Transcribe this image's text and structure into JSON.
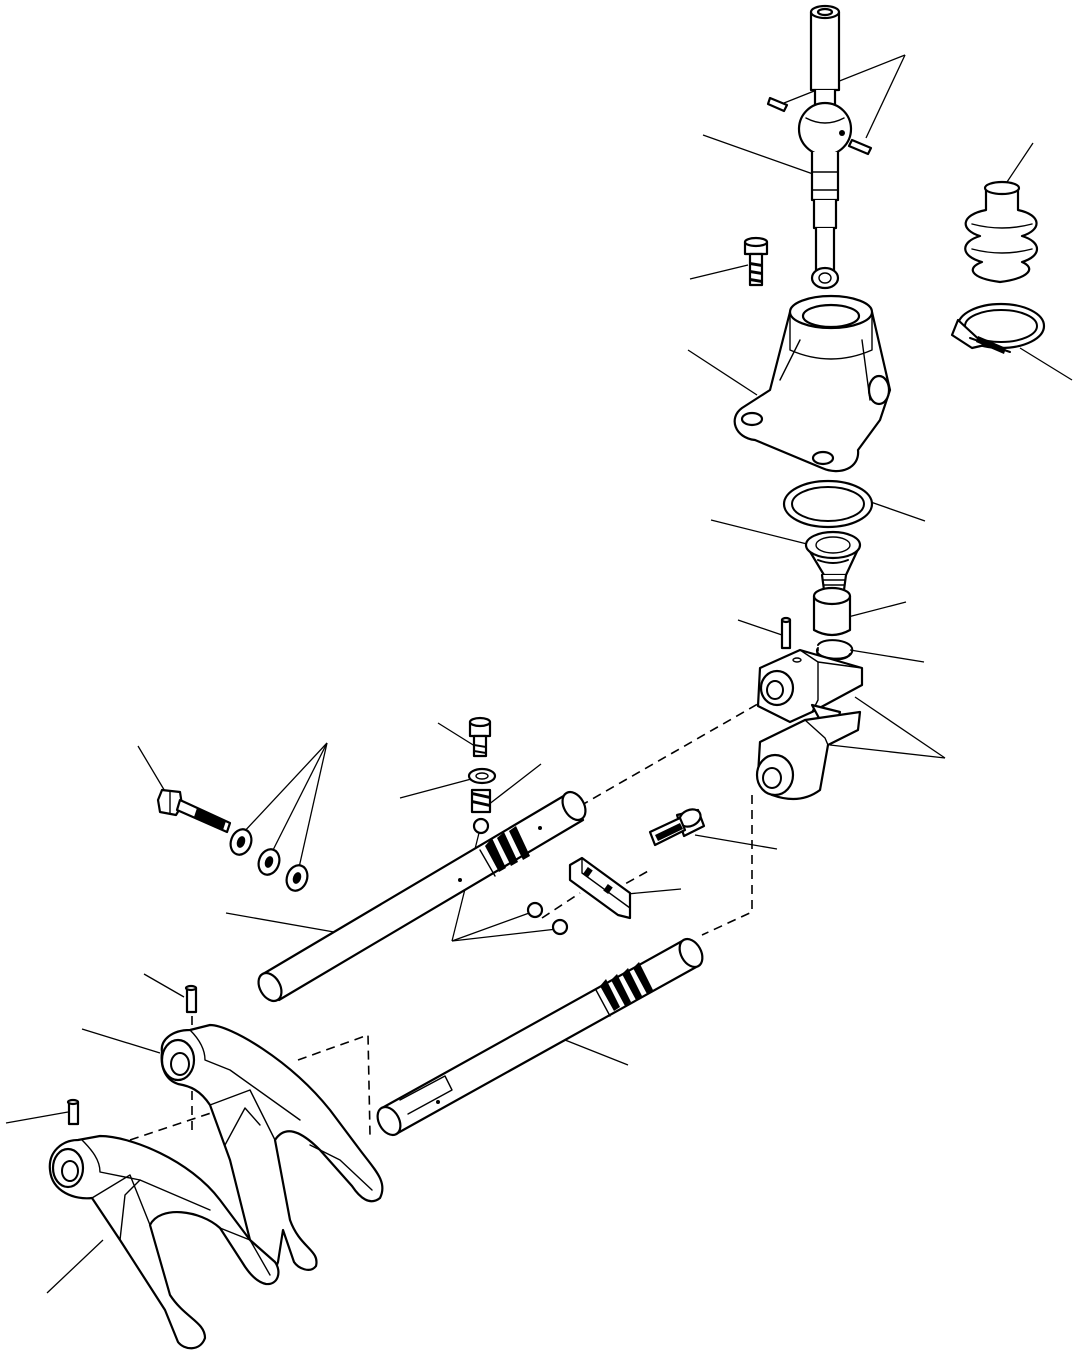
{
  "diagram": {
    "type": "exploded-parts-view",
    "colors": {
      "line": "#000000",
      "background": "#ffffff"
    },
    "parts": [
      "gear-lever",
      "lever-pins",
      "rubber-boot",
      "boot-clamp",
      "lever-bolt",
      "lever-housing",
      "housing-o-ring",
      "spring-seat",
      "bushing",
      "snap-ring",
      "roll-pin",
      "shift-blocks",
      "detent-bolt",
      "detent-washer",
      "detent-spring",
      "detent-ball",
      "fork-bolt",
      "fork-washers",
      "upper-shift-rail",
      "interlock-balls",
      "interlock-plate",
      "block-screw",
      "lower-shift-rail",
      "fork-roll-pin-upper",
      "upper-shift-fork",
      "fork-roll-pin-lower",
      "lower-shift-fork"
    ]
  }
}
